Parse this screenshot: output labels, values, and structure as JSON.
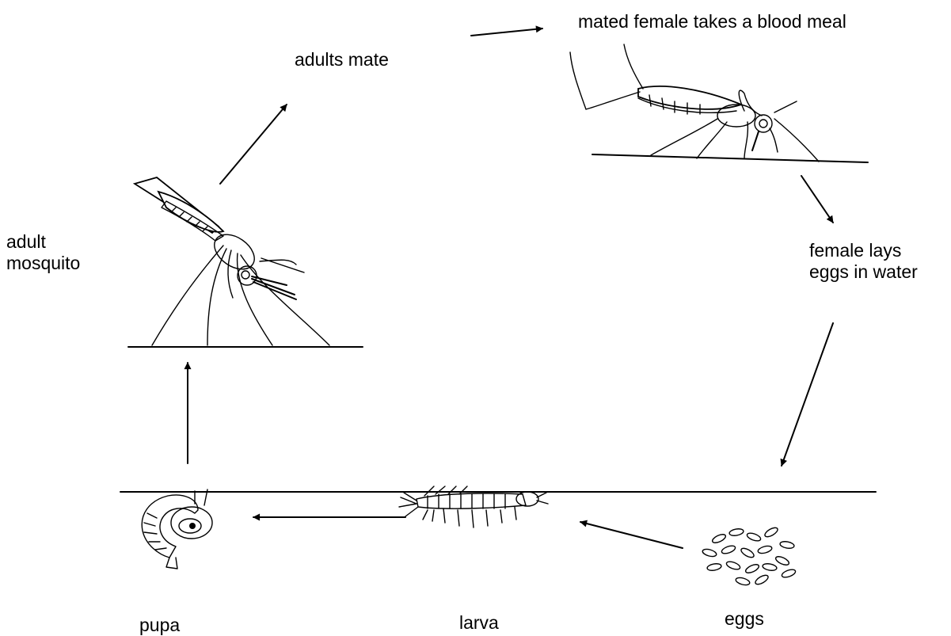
{
  "labels": {
    "adults_mate": "adults mate",
    "blood_meal": "mated female takes a blood meal",
    "lays_eggs_line1": "female lays",
    "lays_eggs_line2": "eggs in water",
    "adult_line1": "adult",
    "adult_line2": "mosquito",
    "pupa": "pupa",
    "larva": "larva",
    "eggs": "eggs"
  },
  "icons": [
    "adult-mosquito-icon",
    "feeding-mosquito-icon",
    "pupa-icon",
    "larva-icon",
    "eggs-icon"
  ],
  "colors": {
    "ink": "#000000",
    "background": "#ffffff"
  }
}
